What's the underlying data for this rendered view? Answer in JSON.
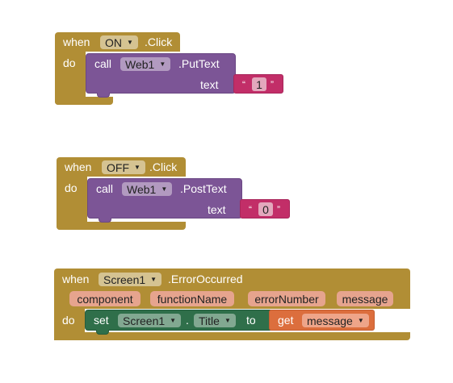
{
  "blocks": [
    {
      "when": "when",
      "component": "ON",
      "event": ".Click",
      "do": "do",
      "call": "call",
      "target": "Web1",
      "method": ".PutText",
      "arg_label": "text",
      "value": "1"
    },
    {
      "when": "when",
      "component": "OFF",
      "event": ".Click",
      "do": "do",
      "call": "call",
      "target": "Web1",
      "method": ".PostText",
      "arg_label": "text",
      "value": "0"
    }
  ],
  "error_block": {
    "when": "when",
    "component": "Screen1",
    "event": ".ErrorOccurred",
    "params": [
      "component",
      "functionName",
      "errorNumber",
      "message"
    ],
    "do": "do",
    "set": "set",
    "set_target": "Screen1",
    "dot": ".",
    "property": "Title",
    "to": "to",
    "get": "get",
    "get_var": "message"
  },
  "colors": {
    "event": "#b18e35",
    "call": "#7c5596",
    "text": "#c22e68",
    "set": "#2f6f4a",
    "get": "#dc6e3d"
  },
  "quote_open": "“",
  "quote_close": "”",
  "dropdown_arrow": "▼"
}
